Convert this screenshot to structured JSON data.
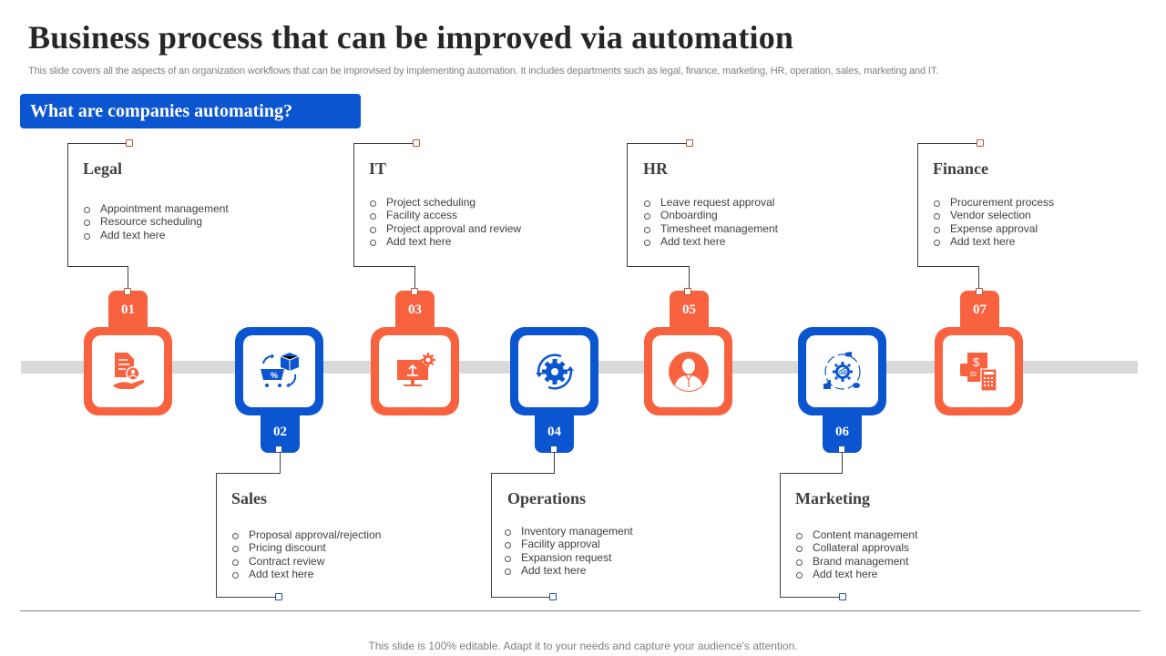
{
  "header": {
    "title": "Business process that can be improved  via automation",
    "subtitle": "This slide covers all the aspects of an organization workflows that can be improvised by implementing automation. It includes departments such as legal, finance, marketing, HR, operation, sales, marketing and IT."
  },
  "banner": {
    "label": "What are companies automating?"
  },
  "colors": {
    "orange": "#f8623f",
    "blue": "#0b56d0",
    "track": "#d9d9d9",
    "text": "#404040"
  },
  "steps": [
    {
      "number": "01",
      "title": "Legal",
      "color": "orange",
      "icon": "legal-document-hand-icon",
      "items": [
        "Appointment management",
        "Resource scheduling",
        "Add text here"
      ]
    },
    {
      "number": "02",
      "title": "Sales",
      "color": "blue",
      "icon": "shopping-cart-box-icon",
      "items": [
        "Proposal approval/rejection",
        "Pricing discount",
        "Contract review",
        "Add text here"
      ]
    },
    {
      "number": "03",
      "title": "IT",
      "color": "orange",
      "icon": "monitor-upload-gear-icon",
      "items": [
        "Project scheduling",
        "Facility access",
        "Project approval and review",
        "Add text here"
      ]
    },
    {
      "number": "04",
      "title": "Operations",
      "color": "blue",
      "icon": "gear-refresh-icon",
      "items": [
        "Inventory  management",
        "Facility approval",
        "Expansion request",
        "Add text here"
      ]
    },
    {
      "number": "05",
      "title": "HR",
      "color": "orange",
      "icon": "user-profile-icon",
      "items": [
        "Leave request approval",
        "Onboarding",
        "Timesheet management",
        "Add text here"
      ]
    },
    {
      "number": "06",
      "title": "Marketing",
      "color": "blue",
      "icon": "marketing-gear-chart-icon",
      "items": [
        "Content management",
        "Collateral approvals",
        "Brand management",
        "Add text here"
      ]
    },
    {
      "number": "07",
      "title": "Finance",
      "color": "orange",
      "icon": "invoice-calculator-icon",
      "items": [
        "Procurement process",
        "Vendor selection",
        "Expense approval",
        "Add text here"
      ]
    }
  ],
  "footer": {
    "note": "This slide is 100% editable. Adapt it to your needs and capture your audience's attention."
  }
}
